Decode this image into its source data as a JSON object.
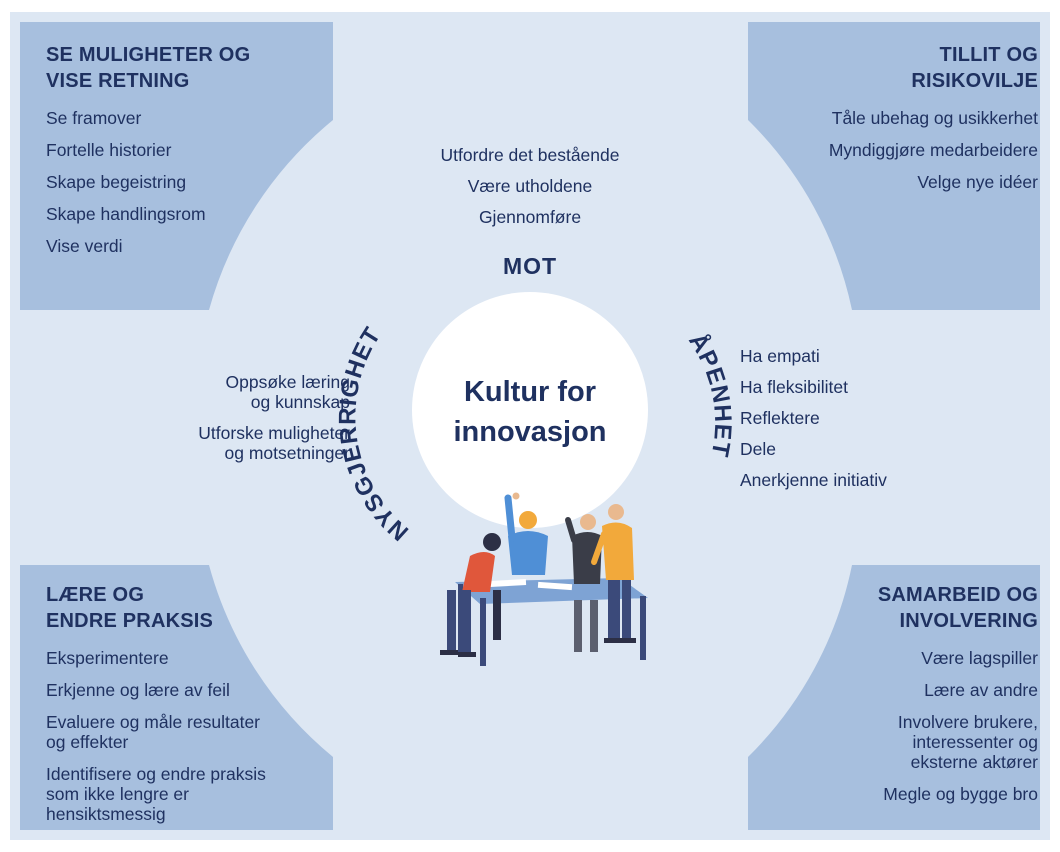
{
  "center": {
    "title": "Kultur for\ninnovasjon"
  },
  "colors": {
    "panel": "#a7bfde",
    "background": "#dde7f3",
    "circle": "#ffffff",
    "text": "#1f3160"
  },
  "panels": {
    "top_left": {
      "title": "SE MULIGHETER OG\nVISE RETNING",
      "items": [
        "Se framover",
        "Fortelle historier",
        "Skape begeistring",
        "Skape handlingsrom",
        "Vise verdi"
      ]
    },
    "top_right": {
      "title": "TILLIT OG\nRISIKOVILJE",
      "items": [
        "Tåle ubehag og usikkerhet",
        "Myndiggjøre medarbeidere",
        "Velge nye idéer"
      ]
    },
    "bottom_left": {
      "title": "LÆRE OG\nENDRE PRAKSIS",
      "items": [
        "Eksperimentere",
        "Erkjenne og lære av feil",
        "Evaluere og måle resultater\nog effekter",
        "Identifisere og endre praksis\nsom ikke lengre er\nhensiktsmessig"
      ]
    },
    "bottom_right": {
      "title": "SAMARBEID OG\nINVOLVERING",
      "items": [
        "Være lagspiller",
        "Lære av andre",
        "Involvere brukere,\ninteressenter og\neksterne aktører",
        "Megle og bygge bro"
      ]
    }
  },
  "values": {
    "mot": {
      "label": "MOT",
      "items": [
        "Utfordre det bestående",
        "Være utholdene",
        "Gjennomføre"
      ]
    },
    "nysgjerrighet": {
      "label": "NYSGJERRIGHET",
      "items": [
        "Oppsøke læring\nog kunnskap",
        "Utforske muligheter\nog motsetninger"
      ]
    },
    "apenhet": {
      "label": "ÅPENHET",
      "items": [
        "Ha empati",
        "Ha fleksibilitet",
        "Reflektere",
        "Dele",
        "Anerkjenne initiativ"
      ]
    }
  },
  "illustration": {
    "icon": "team-collaborating-at-table-illustration"
  }
}
